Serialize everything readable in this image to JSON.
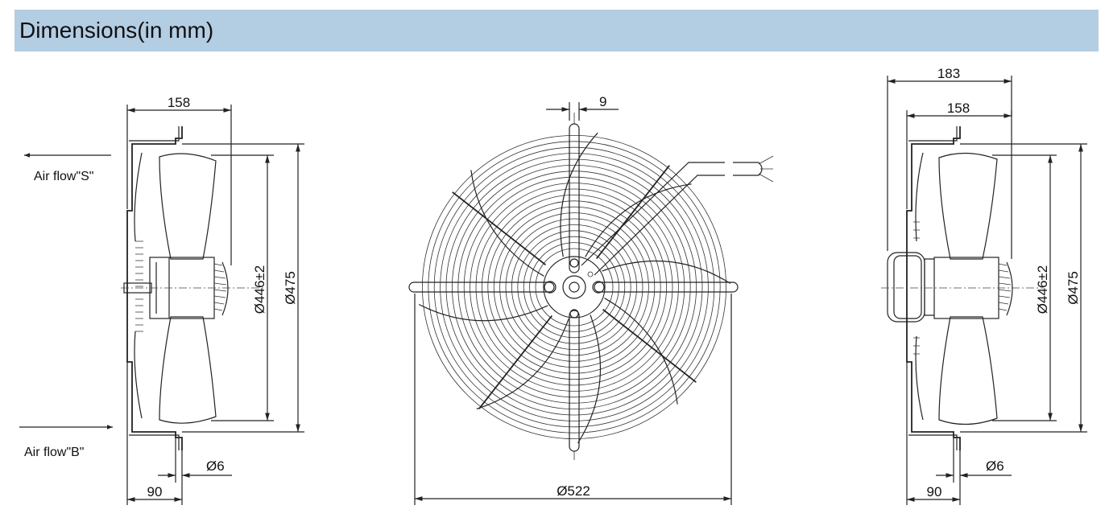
{
  "header": {
    "title": "Dimensions(in mm)"
  },
  "left_view": {
    "dim_width": "158",
    "dim_inner_dia": "Ø446±2",
    "dim_outer_dia": "Ø475",
    "dim_hole": "Ø6",
    "dim_offset": "90",
    "airflow_s": "Air flow\"S\"",
    "airflow_b": "Air flow\"B\""
  },
  "front_view": {
    "dim_slot": "9",
    "dim_grille_dia": "Ø522"
  },
  "right_view": {
    "dim_total": "183",
    "dim_width": "158",
    "dim_inner_dia": "Ø446±2",
    "dim_outer_dia": "Ø475",
    "dim_hole": "Ø6",
    "dim_offset": "90"
  }
}
